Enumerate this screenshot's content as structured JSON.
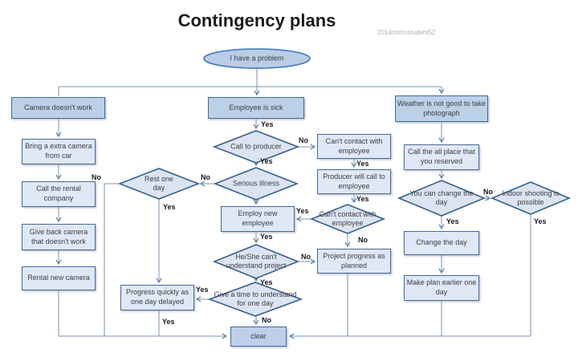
{
  "title": "Contingency plans",
  "watermark": "2014mirimstudent52",
  "labels": {
    "yes": "Yes",
    "no": "No"
  },
  "start": "I have a problem",
  "end": "clear",
  "camera": {
    "header": "Camera doesn't work",
    "bring_extra": "Bring a extra camera from car",
    "call_rental": "Call the rental company",
    "give_back": "Give back camera that doesn't work",
    "rental_new": "Rental new camera"
  },
  "employee": {
    "header": "Employee is sick",
    "call_producer": "Call to producer",
    "cant_contact_box": "Can't contact with employee",
    "producer_call": "Producer will call to employee",
    "serious_illness": "Serious illness",
    "rest_one_day": "Rest one day",
    "employ_new": "Employ new employee",
    "cant_contact": "Can't contact with employee",
    "project_progress": "Project progress as planned",
    "cant_understand": "He/She can't understand project",
    "give_time": "Give a time to understand for one day",
    "progress_quickly": "Progress quickly as one day delayed"
  },
  "weather": {
    "header": "Weather is not good to take photograph",
    "call_place": "Call the all place that you reserved",
    "can_change": "You can change the day",
    "indoor": "Indoor shooting is possible",
    "change_day": "Change the day",
    "make_plan": "Make plan earlier one day"
  },
  "colors": {
    "header_fill": "#bcd0e8",
    "box_fill": "#dfe8f4",
    "diamond_fill": "#dce4f1",
    "shape_border": "#44699d",
    "connector": "#7793b3",
    "background": "#ffffff"
  }
}
